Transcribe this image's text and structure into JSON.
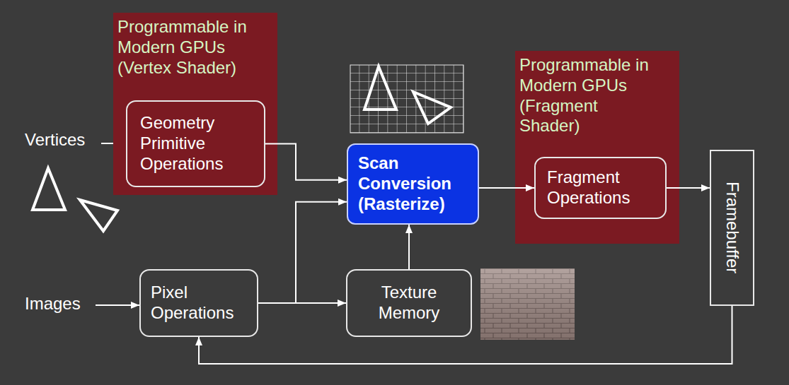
{
  "diagram": {
    "nodes": [
      {
        "text": [
          "Programmable in Modern GPUs (Vertex Shader)"
        ]
      },
      {
        "text": [
          "Geometry Primitive Operations"
        ],
        "in": 0
      },
      {
        "text": [
          "Scan Conversion (Rasterize)"
        ]
      },
      {
        "text": [
          "Programmable in Modern GPUs (Fragment Shader)"
        ]
      },
      {
        "text": [
          "Fragment Operations"
        ],
        "in": 3
      },
      {
        "text": [
          "Framebuffer"
        ]
      },
      {
        "text": [
          "Pixel Operations"
        ]
      },
      {
        "text": [
          "Texture Memory"
        ]
      }
    ],
    "edges": [
      {
        "from": 1,
        "to": 2,
        "arrow": "to"
      },
      {
        "from": 6,
        "to": 2,
        "arrow": "to"
      },
      {
        "from": 6,
        "to": 7,
        "arrow": "to"
      },
      {
        "from": 7,
        "to": 2,
        "arrow": "to"
      },
      {
        "from": 2,
        "to": 4,
        "arrow": "to"
      },
      {
        "from": 4,
        "to": 5,
        "arrow": "to"
      },
      {
        "from": 5,
        "to": 6,
        "arrow": "to"
      }
    ],
    "labels": [
      "Vertices",
      "Images"
    ]
  }
}
